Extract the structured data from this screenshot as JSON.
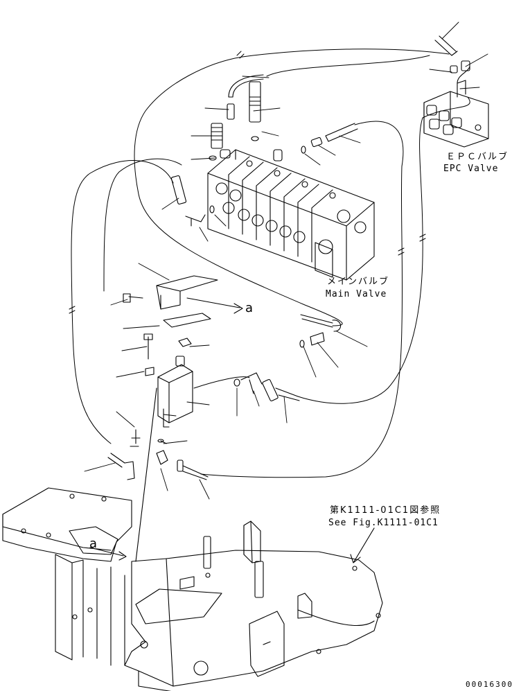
{
  "labels": {
    "epc_valve_jp": "ＥＰＣバルブ",
    "epc_valve_en": "EPC Valve",
    "main_valve_jp": "メインバルブ",
    "main_valve_en": "Main Valve",
    "reference_jp": "第K1111-01C1図参照",
    "reference_en": "See Fig.K1111-01C1",
    "marker_a_upper": "a",
    "marker_a_lower": "a",
    "drawing_number": "00016300"
  }
}
